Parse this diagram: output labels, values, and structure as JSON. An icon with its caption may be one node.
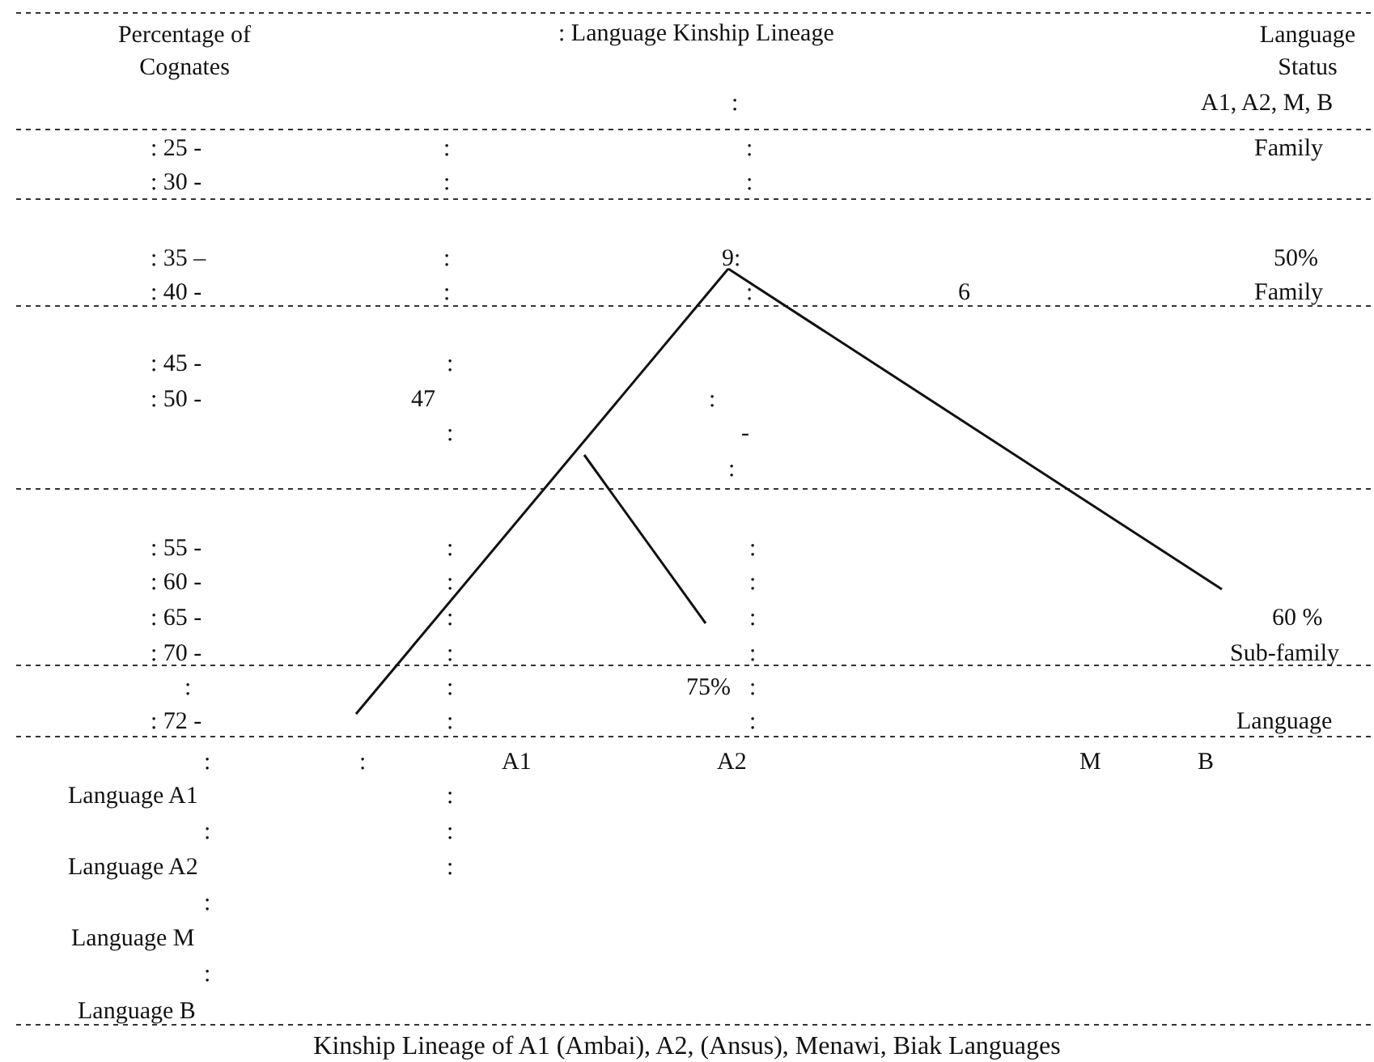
{
  "diagram": {
    "caption": "Kinship Lineage of A1 (Ambai), A2, (Ansus), Menawi, Biak Languages",
    "labels": [
      "Percentage of Cognates",
      ": Language Kinship Lineage",
      "Language Status",
      ":",
      "A1, A2, M, B",
      ": 25 -",
      ":",
      ":",
      "Family",
      ": 30 -",
      ":",
      ":",
      ": 35 –",
      ":",
      "9:",
      "50%",
      ": 40 -",
      ":",
      ":",
      "6",
      "Family",
      ": 45 -",
      ":",
      ": 50 -",
      "47",
      ":",
      ":",
      "-",
      ":",
      ": 55 -",
      ":",
      ":",
      ": 60 -",
      ":",
      ":",
      ": 65 -",
      ":",
      ":",
      "60 %",
      ": 70 -",
      ":",
      ":",
      "Sub-family",
      ":",
      ":",
      "75%",
      ":",
      ": 72 -",
      ":",
      ":",
      "Language",
      ":",
      ":",
      "A1",
      "A2",
      "M",
      "B",
      "Language A1",
      ":",
      ":",
      ":",
      "Language A2",
      ":",
      ":",
      "Language M",
      ":",
      "Language B"
    ]
  }
}
